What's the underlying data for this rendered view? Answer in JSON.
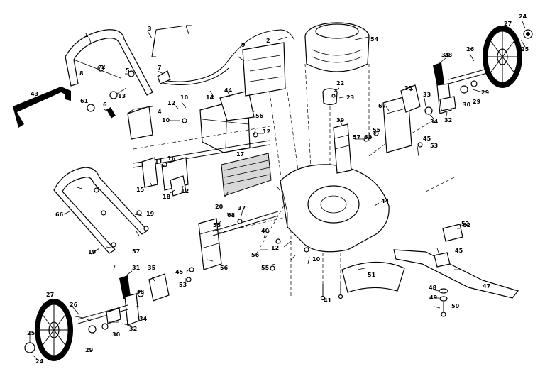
{
  "diagram": {
    "labels": [
      {
        "id": "1",
        "text": "1"
      },
      {
        "id": "2a",
        "text": "2"
      },
      {
        "id": "2b",
        "text": "2"
      },
      {
        "id": "3",
        "text": "3"
      },
      {
        "id": "4",
        "text": "4"
      },
      {
        "id": "5",
        "text": "5"
      },
      {
        "id": "6",
        "text": "6"
      },
      {
        "id": "7",
        "text": "7"
      },
      {
        "id": "8",
        "text": "8"
      },
      {
        "id": "9",
        "text": "9"
      },
      {
        "id": "10a",
        "text": "10"
      },
      {
        "id": "10b",
        "text": "10"
      },
      {
        "id": "10c",
        "text": "10"
      },
      {
        "id": "11",
        "text": "11"
      },
      {
        "id": "12a",
        "text": "12"
      },
      {
        "id": "12b",
        "text": "12"
      },
      {
        "id": "12c",
        "text": "12"
      },
      {
        "id": "12d",
        "text": "12"
      },
      {
        "id": "13",
        "text": "13"
      },
      {
        "id": "14",
        "text": "14"
      },
      {
        "id": "15",
        "text": "15"
      },
      {
        "id": "16",
        "text": "16"
      },
      {
        "id": "17",
        "text": "17"
      },
      {
        "id": "18",
        "text": "18"
      },
      {
        "id": "19a",
        "text": "19"
      },
      {
        "id": "19b",
        "text": "19"
      },
      {
        "id": "20",
        "text": "20"
      },
      {
        "id": "22",
        "text": "22"
      },
      {
        "id": "23",
        "text": "23"
      },
      {
        "id": "24a",
        "text": "24"
      },
      {
        "id": "24b",
        "text": "24"
      },
      {
        "id": "25a",
        "text": "25"
      },
      {
        "id": "25b",
        "text": "25"
      },
      {
        "id": "26a",
        "text": "26"
      },
      {
        "id": "26b",
        "text": "26"
      },
      {
        "id": "27a",
        "text": "27"
      },
      {
        "id": "27b",
        "text": "27"
      },
      {
        "id": "28",
        "text": "28"
      },
      {
        "id": "29a",
        "text": "29"
      },
      {
        "id": "29b",
        "text": "29"
      },
      {
        "id": "29c",
        "text": "29"
      },
      {
        "id": "30a",
        "text": "30"
      },
      {
        "id": "30b",
        "text": "30"
      },
      {
        "id": "31a",
        "text": "31"
      },
      {
        "id": "31b",
        "text": "31"
      },
      {
        "id": "32a",
        "text": "32"
      },
      {
        "id": "32b",
        "text": "32"
      },
      {
        "id": "33",
        "text": "33"
      },
      {
        "id": "34a",
        "text": "34"
      },
      {
        "id": "34b",
        "text": "34"
      },
      {
        "id": "35a",
        "text": "35"
      },
      {
        "id": "35b",
        "text": "35"
      },
      {
        "id": "37",
        "text": "37"
      },
      {
        "id": "38",
        "text": "38"
      },
      {
        "id": "39",
        "text": "39"
      },
      {
        "id": "40",
        "text": "40"
      },
      {
        "id": "41",
        "text": "41"
      },
      {
        "id": "43",
        "text": "43"
      },
      {
        "id": "44a",
        "text": "44"
      },
      {
        "id": "44b",
        "text": "44"
      },
      {
        "id": "45a",
        "text": "45"
      },
      {
        "id": "45b",
        "text": "45"
      },
      {
        "id": "45c",
        "text": "45"
      },
      {
        "id": "47",
        "text": "47"
      },
      {
        "id": "48",
        "text": "48"
      },
      {
        "id": "49",
        "text": "49"
      },
      {
        "id": "50",
        "text": "50"
      },
      {
        "id": "51",
        "text": "51"
      },
      {
        "id": "52",
        "text": "52"
      },
      {
        "id": "53a",
        "text": "53"
      },
      {
        "id": "53b",
        "text": "53"
      },
      {
        "id": "54",
        "text": "54"
      },
      {
        "id": "55a",
        "text": "55"
      },
      {
        "id": "55b",
        "text": "55"
      },
      {
        "id": "55c",
        "text": "55"
      },
      {
        "id": "56a",
        "text": "56"
      },
      {
        "id": "56b",
        "text": "56"
      },
      {
        "id": "56c",
        "text": "56"
      },
      {
        "id": "57a",
        "text": "57"
      },
      {
        "id": "57b",
        "text": "57"
      },
      {
        "id": "61",
        "text": "61"
      },
      {
        "id": "62",
        "text": "62"
      },
      {
        "id": "66",
        "text": "66"
      },
      {
        "id": "67",
        "text": "67"
      },
      {
        "id": "68a",
        "text": "68"
      },
      {
        "id": "68b",
        "text": "68"
      }
    ]
  },
  "colors": {
    "ink": "#000000",
    "paper": "#ffffff"
  }
}
